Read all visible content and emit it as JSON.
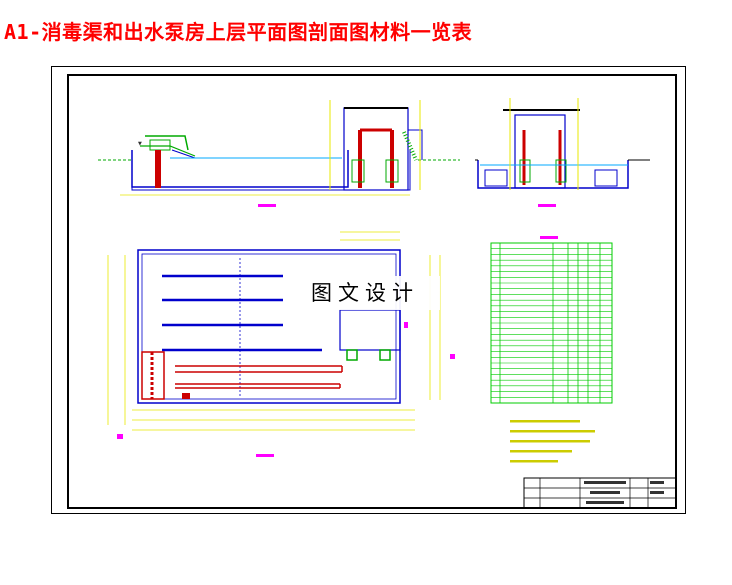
{
  "page": {
    "title": "A1-消毒渠和出水泵房上层平面图剖面图材料一览表"
  },
  "watermark": {
    "text": "图文设计"
  },
  "colors": {
    "title": "#ff0000",
    "linework": "#0000cc",
    "dimension": "#ffff00",
    "pipe": "#cc0000",
    "equipment": "#00aa00",
    "label": "#ff00ff",
    "table_lines": "#00cc00",
    "frame": "#000000"
  },
  "drawing": {
    "views": [
      "channel-section",
      "pump-house-section",
      "plan-view",
      "materials-table",
      "notes",
      "title-block"
    ],
    "materials_table": {
      "rows": 28,
      "cols": 7
    },
    "notes_lines": 5,
    "title_block": {
      "rows": 3
    }
  }
}
